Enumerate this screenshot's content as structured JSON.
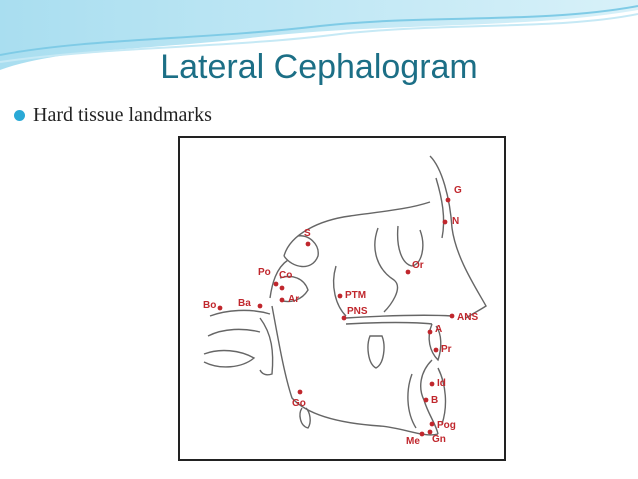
{
  "slide": {
    "title": "Lateral Cephalogram",
    "bullet": "Hard tissue landmarks"
  },
  "colors": {
    "title": "#1c6f86",
    "bullet": "#2aa9d6",
    "landmark": "#c0272d",
    "tracing": "#666666"
  },
  "landmarks": [
    {
      "label": "G"
    },
    {
      "label": "N"
    },
    {
      "label": "S"
    },
    {
      "label": "Or"
    },
    {
      "label": "Po"
    },
    {
      "label": "Co"
    },
    {
      "label": "Ar"
    },
    {
      "label": "Bo"
    },
    {
      "label": "Ba"
    },
    {
      "label": "PTM"
    },
    {
      "label": "PNS"
    },
    {
      "label": "ANS"
    },
    {
      "label": "A"
    },
    {
      "label": "Pr"
    },
    {
      "label": "Id"
    },
    {
      "label": "B"
    },
    {
      "label": "Go"
    },
    {
      "label": "Pog"
    },
    {
      "label": "Me"
    },
    {
      "label": "Gn"
    }
  ]
}
